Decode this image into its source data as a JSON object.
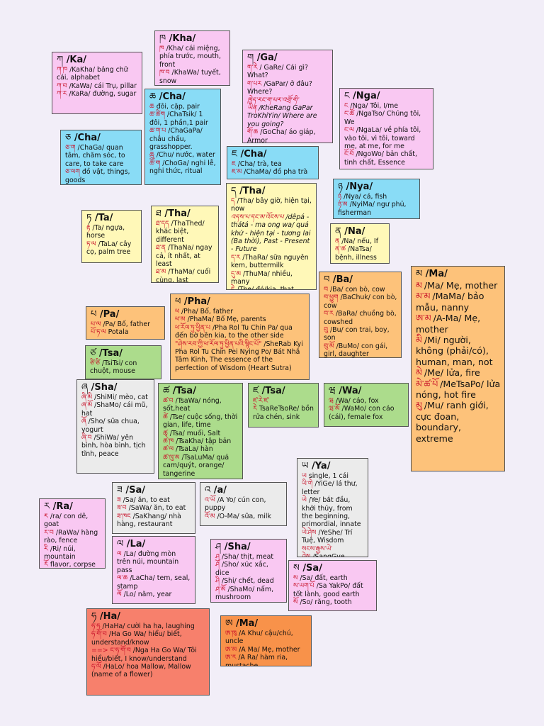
{
  "cards": [
    {
      "id": "kha",
      "color": "pink",
      "tib": "ཁ",
      "title": "/Kha/",
      "entries": [
        {
          "tib": "ཁ",
          "text": "/Kha/ cái miệng, phía trước, mouth, front"
        },
        {
          "tib": "ཁ་བ",
          "text": "/KhaWa/ tuyết, snow"
        }
      ]
    },
    {
      "id": "ka",
      "color": "pink",
      "tib": "ཀ",
      "title": "/Ka/",
      "entries": [
        {
          "tib": "ཀ་ཁ",
          "text": "/KaKha/ bảng chữ cái, alphabet"
        },
        {
          "tib": "ཀ་བ",
          "text": "/KaWa/ cái Trụ, pillar"
        },
        {
          "tib": "ཀ་ར",
          "text": "/KaRa/ đường, sugar"
        }
      ]
    },
    {
      "id": "ga",
      "color": "pink",
      "tib": "ག",
      "title": "/Ga/",
      "entries": [
        {
          "tib": "ག་རེ",
          "text": "/ GaRe/ Cái gì? What?"
        },
        {
          "tib": "ག་པར",
          "text": "/GaPar/ ở đâu? Where?"
        },
        {
          "tib": "ཁྱེད་རང་ག་པར་འགྲོ་གི་ཡིན",
          "text": "/KheRang GaPar TroKhiYin/ Where are you going?",
          "italic": true
        },
        {
          "tib": "གོ་ཆ",
          "text": "/GoCha/ áo giáp, Armor"
        }
      ]
    },
    {
      "id": "cha1",
      "color": "blue",
      "tib": "ཆ",
      "title": "/Cha/",
      "entries": [
        {
          "tib": "ཆ",
          "text": "đôi, cặp, pair"
        },
        {
          "tib": "ཆ་ཚིག",
          "text": "/ChaTsik/ 1 đôi, 1 phần,1 pair"
        },
        {
          "tib": "ཆ་ག་པ",
          "text": "/ChaGaPa/ châu chấu, grasshopper."
        },
        {
          "tib": "ཆུ",
          "text": "/Chu/ nước, water"
        },
        {
          "tib": "ཆོ་ག",
          "text": "/ChoGa/ nghi lễ, nghi thức, ritual"
        }
      ]
    },
    {
      "id": "nga",
      "color": "pink",
      "tib": "ང",
      "title": "/Nga/",
      "entries": [
        {
          "tib": "ང",
          "text": "/Nga/ Tôi, I/me"
        },
        {
          "tib": "ང་ཚོ",
          "text": "/NgaTso/ Chúng tôi, We"
        },
        {
          "tib": "ང་ལ",
          "text": "/NgaLa/ về phía tôi, vào tôi, vì tôi, toward me, at me, for me"
        },
        {
          "tib": "ངོ་བོ",
          "text": "/NgoWo/ bản chất, tinh chất, Essence"
        }
      ]
    },
    {
      "id": "cha2",
      "color": "blue",
      "tib": "ཅ",
      "title": "/Cha/",
      "entries": [
        {
          "tib": "ཅ་ག",
          "text": "/ChaGa/ quan tâm, chăm sóc, to care, to take care"
        },
        {
          "tib": "ཅ་ལག",
          "text": "đồ vật, things, goods"
        }
      ]
    },
    {
      "id": "cha3",
      "color": "blue",
      "tib": "ཇ",
      "title": "/Cha/",
      "entries": [
        {
          "tib": "ཇ",
          "text": "/Cha/ trà, tea"
        },
        {
          "tib": "ཇ་མ",
          "text": "/ChaMa/ đồ pha trà"
        }
      ]
    },
    {
      "id": "tha1",
      "color": "yellow",
      "tib": "ད",
      "title": "/Tha/",
      "entries": [
        {
          "tib": "ད",
          "text": "/Tha/ bây giờ, hiện tại, now"
        },
        {
          "tib": "འདས་པ་དང་མ་འོངས་པ",
          "text": "/dêpá - thátá - ma ong wa/ quá khứ - hiện tại - tương lai (Ba thời), Past - Present - Future",
          "italic": true
        },
        {
          "tib": "ད་ར",
          "text": "/ThaRa/ sữa nguyên kem, buttermilk"
        },
        {
          "tib": "དུ་མ",
          "text": "/ThuMa/ nhiều, many"
        },
        {
          "tib": "དེ",
          "text": "/The/ đó/kia, that"
        }
      ]
    },
    {
      "id": "nya",
      "color": "blue",
      "tib": "ཉ",
      "title": "/Nya/",
      "entries": [
        {
          "tib": "ཉ",
          "text": "/Nya/ cá, fish"
        },
        {
          "tib": "ཉ་མ",
          "text": "/NyiMa/ ngư phủ, fisherman"
        }
      ]
    },
    {
      "id": "ta",
      "color": "yellow",
      "tib": "ཏ",
      "title": "/Ta/",
      "entries": [
        {
          "tib": "རྟ",
          "text": "/Ta/ ngựa, horse"
        },
        {
          "tib": "ཏ་ལ",
          "text": "/TaLa/ cây cọ, palm tree"
        }
      ]
    },
    {
      "id": "tha2",
      "color": "yellow",
      "tib": "ཐ",
      "title": "/Tha/",
      "entries": [
        {
          "tib": "ཐ་དད",
          "text": "/ThaThed/ khác biệt, different"
        },
        {
          "tib": "ཐ་ན",
          "text": "/ThaNa/ ngay cả, ít nhất, at least"
        },
        {
          "tib": "ཐ་མ",
          "text": "/ThaMa/ cuối cùng, last"
        }
      ]
    },
    {
      "id": "na",
      "color": "yellow",
      "tib": "ན",
      "title": "/Na/",
      "entries": [
        {
          "tib": "ན",
          "text": "/Na/ nếu, If"
        },
        {
          "tib": "ན་ཚ",
          "text": "/NaTsa/ bệnh, illness"
        }
      ]
    },
    {
      "id": "ma1",
      "color": "orange",
      "big": true,
      "tib": "མ",
      "title": "/Ma/",
      "entries": [
        {
          "tib": "མ",
          "text": "/Ma/ Mẹ, mother"
        },
        {
          "tib": "མ་མ",
          "text": "/MaMa/ bảo mẫu, nanny"
        },
        {
          "tib": "ཨ་མ",
          "text": "/A-Ma/ Mẹ, mother"
        },
        {
          "tib": "མི",
          "text": "/Mi/ người, không (phải/có), human, man, not"
        },
        {
          "tib": "མེ",
          "text": "/Me/ lửa, fire"
        },
        {
          "tib": "མེ་ཚ་པོ",
          "text": "/MeTsaPo/ lửa nóng, hot fire"
        },
        {
          "tib": "མུ",
          "text": "/Mu/ ranh giới, cực đoan, boundary, extreme"
        }
      ]
    },
    {
      "id": "ba",
      "color": "orange",
      "tib": "བ",
      "title": "/Ba/",
      "entries": [
        {
          "tib": "བ",
          "text": "/Ba/ con bò, cow"
        },
        {
          "tib": "བ་ཕྱུག",
          "text": "/BaChuk/ con bò, cow"
        },
        {
          "tib": "བ་ར",
          "text": "/BaRa/ chuồng bò, cowshed"
        },
        {
          "tib": "བུ",
          "text": "/Bu/ con trai, boy, son"
        },
        {
          "tib": "བུ་མོ",
          "text": "/BuMo/ con gái, girl, daughter"
        }
      ]
    },
    {
      "id": "pha",
      "color": "orange",
      "tib": "ཕ",
      "title": "/Pha/",
      "entries": [
        {
          "tib": "ཕ",
          "text": "/Pha/ Bố, father"
        },
        {
          "tib": "ཕ་མ",
          "text": "/PhaMa/ Bố Mẹ, parents"
        },
        {
          "tib": "ཕ་རོལ་ཏུ་ཕྱིན་པ",
          "text": "/Pha Rol Tu Chin Pa/ qua đến bờ bên kia, to the other side"
        },
        {
          "tib": "\"ཤེས་རབ་ཀྱི་ཕ་རོལ་ཏུ་ཕྱིན་པའི་སྙིང་པོ\"",
          "text": "/SheRab Kyi Pha Rol Tu Chin Pei Nying Po/ Bát Nhã Tâm Kinh, The essence of the perfection of Wisdom (Heart Sutra)"
        }
      ]
    },
    {
      "id": "pa",
      "color": "orange",
      "tib": "པ",
      "title": "/Pa/",
      "entries": [
        {
          "tib": "པ་ལ",
          "text": "/Pa/ Bố, father"
        },
        {
          "tib": "པོ་ཏ་ལ",
          "text": "Potala"
        }
      ]
    },
    {
      "id": "tsa1",
      "color": "green",
      "tib": "ཙ",
      "title": "/Tsa/",
      "entries": [
        {
          "tib": "ཙི་ཙི",
          "text": "/TsiTsi/ con chuột, mouse"
        }
      ]
    },
    {
      "id": "sha1",
      "color": "grey",
      "tib": "ཞ",
      "title": "/Sha/",
      "entries": [
        {
          "tib": "ཞི་མི",
          "text": "/ShiMi/ mèo, cat"
        },
        {
          "tib": "ཞ་མོ",
          "text": "/ShaMo/ cái mũ, hat"
        },
        {
          "tib": "ཞོ",
          "text": "/Sho/ sữa chua, yogurt"
        },
        {
          "tib": "ཞི་བ",
          "text": "/ShiWa/ yên bình, hòa bình, tịch tĩnh, peace"
        }
      ]
    },
    {
      "id": "tsa2",
      "color": "green",
      "tib": "ཚ",
      "title": "/Tsa/",
      "entries": [
        {
          "tib": "ཚ་བ",
          "text": "/TsaWa/ nóng, sốt,heat"
        },
        {
          "tib": "ཚེ",
          "text": "/Tse/ cuộc sống, thời gian, life, time"
        },
        {
          "tib": "ཚྭ",
          "text": "/Tsa/ muối, Salt"
        },
        {
          "tib": "ཚ་ཁ",
          "text": "/TsaKha/ tập bản"
        },
        {
          "tib": "ཚ་ལ",
          "text": "/TsaLa/ hàn"
        },
        {
          "tib": "ཚ་ལུ་མ",
          "text": "/TsaLuMa/ quả cam/quýt, orange/ tangerine"
        }
      ]
    },
    {
      "id": "tsa3",
      "color": "green",
      "tib": "ཛ",
      "title": "/Tsa/",
      "entries": [
        {
          "tib": "ཛ་རེ་ཛ་རེ",
          "text": "TsaReTsoRe/ bồn rửa chén, sink"
        }
      ]
    },
    {
      "id": "wa",
      "color": "green",
      "tib": "ཝ",
      "title": "/Wa/",
      "entries": [
        {
          "tib": "ཝ",
          "text": "/Wa/ cáo, fox"
        },
        {
          "tib": "ཝ་མོ",
          "text": "/WaMo/ con cáo (cái), female fox"
        }
      ]
    },
    {
      "id": "ya",
      "color": "grey",
      "tib": "ཡ",
      "title": "/Ya/",
      "entries": [
        {
          "tib": "ཡ",
          "text": "single, 1 cái"
        },
        {
          "tib": "ཡི་གེ",
          "text": "/YiGe/ lá thư, letter"
        },
        {
          "tib": "ཡེ",
          "text": "/Ye/ bắt đầu, khởi thủy, from the beginning, primordial, innate"
        },
        {
          "tib": "ཡེ་ཤེས",
          "text": "/YeShe/ Trí Tuệ, Wisdom"
        },
        {
          "tib": "སངས་རྒྱས་ཡེ་ཤེས",
          "text": "/SangGye YeShe/: Phật Trí"
        }
      ]
    },
    {
      "id": "sa1",
      "color": "grey",
      "tib": "ཟ",
      "title": "/Sa/",
      "entries": [
        {
          "tib": "ཟ",
          "text": "/Sa/ ăn, to eat"
        },
        {
          "tib": "ཟ་བ",
          "text": "/SaWa/ ăn, to eat"
        },
        {
          "tib": "ཟ་ཁང",
          "text": "/SaKhang/ nhà hàng, restaurant"
        }
      ]
    },
    {
      "id": "a",
      "color": "grey",
      "tib": "འ",
      "title": "/a/",
      "entries": [
        {
          "tib": "འ་ཡོ",
          "text": "/A Yo/ cún con, puppy"
        },
        {
          "tib": "འོ་མ",
          "text": "/O-Ma/ sữa, milk"
        }
      ]
    },
    {
      "id": "ra",
      "color": "pink",
      "tib": "ར",
      "title": "/Ra/",
      "entries": [
        {
          "tib": "ར",
          "text": "/ra/ con dê, goat"
        },
        {
          "tib": "ར་བ",
          "text": "/RaWa/ hàng rào, fence"
        },
        {
          "tib": "རི",
          "text": "/Ri/ núi, mountain"
        },
        {
          "tib": "རོ",
          "text": "flavor, corpse"
        }
      ]
    },
    {
      "id": "la",
      "color": "pink",
      "tib": "ལ",
      "title": "/La/",
      "entries": [
        {
          "tib": "ལ",
          "text": "/La/ đường mòn trên núi, mountain pass"
        },
        {
          "tib": "ལ་ཆ",
          "text": "/LaCha/ tem, seal, stamp"
        },
        {
          "tib": "ལོ",
          "text": "/Lo/ năm, year"
        }
      ]
    },
    {
      "id": "sha2",
      "color": "pink",
      "tib": "ཤ",
      "title": "/Sha/",
      "entries": [
        {
          "tib": "ཤ",
          "text": "/Sha/ thịt, meat"
        },
        {
          "tib": "ཤོ",
          "text": "/Sho/ xúc xắc, dice"
        },
        {
          "tib": "ཤི",
          "text": "/Shi/ chết, dead"
        },
        {
          "tib": "ཤ་མོ",
          "text": "/ShaMo/ nấm, mushroom"
        }
      ]
    },
    {
      "id": "sa2",
      "color": "pink",
      "tib": "ས",
      "title": "/Sa/",
      "entries": [
        {
          "tib": "ས",
          "text": "/Sa/ đất, earth"
        },
        {
          "tib": "ས་ཡག་པོ",
          "text": "/Sa YakPo/ đất tốt lành, good earth"
        },
        {
          "tib": "སོ",
          "text": "/So/ răng, tooth"
        }
      ]
    },
    {
      "id": "ha",
      "color": "salmon",
      "tib": "ཧ",
      "title": "/Ha/",
      "entries": [
        {
          "tib": "ཧ་ཧ",
          "text": "/HaHa/ cười ha ha, laughing"
        },
        {
          "tib": "ཧ་གོ་བ",
          "text": "/Ha Go Wa/ hiểu/ biết, understand/know"
        },
        {
          "tib": "==> ང་ཧ་གོ་བ",
          "text": "/Nga Ha Go Wa/ Tôi hiểu/biết, I know/understand"
        },
        {
          "tib": "ཧ་ལོ",
          "text": "/HaLo/ hoa Mallow, Mallow (name of a flower)"
        }
      ]
    },
    {
      "id": "ma2",
      "color": "deeporange",
      "tib": "ཨ",
      "title": "/Ma/",
      "entries": [
        {
          "tib": "ཨ་ཁུ",
          "text": "/A Khu/ cậu/chú, uncle"
        },
        {
          "tib": "ཨ་མ",
          "text": "/A Ma/ Mẹ, mother"
        },
        {
          "tib": "ཨ་ར",
          "text": "/A Ra/ hàm ria, mustache"
        }
      ]
    }
  ]
}
